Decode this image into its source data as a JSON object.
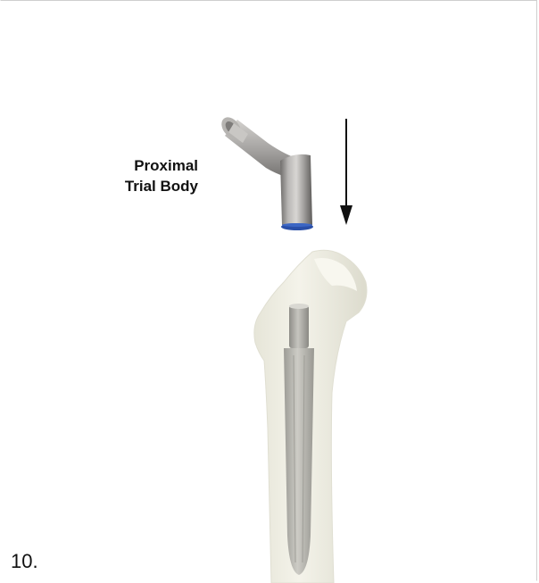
{
  "figure": {
    "label_line1": "Proximal",
    "label_line2": "Trial Body",
    "step_number": "10.",
    "colors": {
      "bone": "#ecebdf",
      "metal": "#a7a5a3",
      "trial_ring": "#2a4fa8",
      "arrow": "#111111"
    }
  }
}
